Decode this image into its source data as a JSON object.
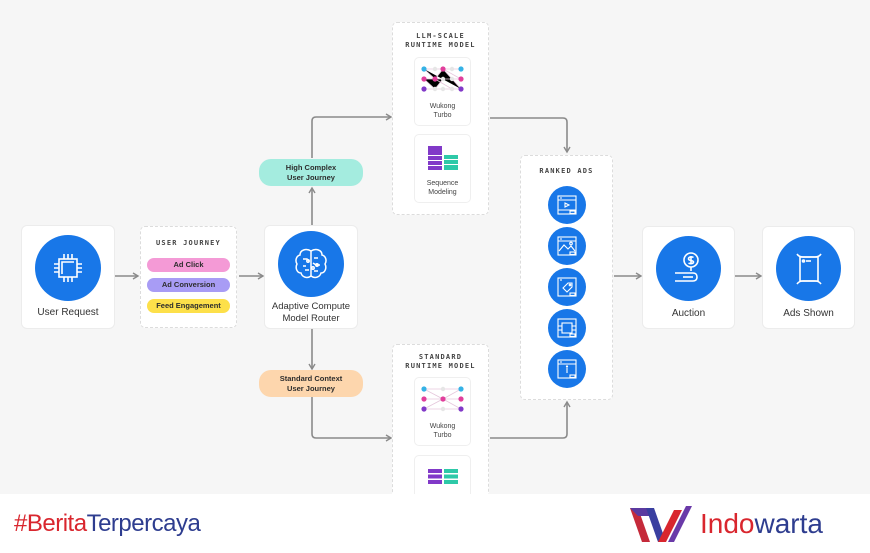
{
  "nodes": {
    "user_request": {
      "label": "User Request",
      "icon": "chip-icon"
    },
    "user_journey": {
      "title": "USER JOURNEY",
      "items": [
        {
          "label": "Ad Click",
          "color": "#f49ad6"
        },
        {
          "label": "Ad Conversion",
          "color": "#a89cf5"
        },
        {
          "label": "Feed Engagement",
          "color": "#fde04a"
        }
      ]
    },
    "router": {
      "label_line1": "Adaptive Compute",
      "label_line2": "Model Router",
      "icon": "brain-icon"
    },
    "high_branch": {
      "line1": "High Complex",
      "line2": "User Journey",
      "color": "#a4ecdf"
    },
    "standard_branch": {
      "line1": "Standard Context",
      "line2": "User Journey",
      "color": "#fdd6ad"
    },
    "llm_runtime": {
      "title_line1": "LLM-SCALE",
      "title_line2": "RUNTIME MODEL",
      "models": [
        {
          "line1": "Wukong",
          "line2": "Turbo",
          "icon": "network-icon"
        },
        {
          "line1": "Sequence",
          "line2": "Modeling",
          "icon": "sequence-blocks-icon"
        }
      ]
    },
    "standard_runtime": {
      "title_line1": "STANDARD",
      "title_line2": "RUNTIME MODEL",
      "models": [
        {
          "line1": "Wukong",
          "line2": "Turbo",
          "icon": "network-icon"
        },
        {
          "line1": "",
          "line2": "",
          "icon": "sequence-blocks-icon"
        }
      ]
    },
    "ranked_ads": {
      "title": "RANKED ADS",
      "items": [
        {
          "icon": "video-ad-icon"
        },
        {
          "icon": "image-ad-icon"
        },
        {
          "icon": "tag-ad-icon"
        },
        {
          "icon": "carousel-ad-icon"
        },
        {
          "icon": "info-ad-icon"
        }
      ]
    },
    "auction": {
      "label": "Auction",
      "icon": "hand-dollar-icon"
    },
    "ads_shown": {
      "label": "Ads Shown",
      "icon": "screen-icon"
    }
  },
  "colors": {
    "accent_blue": "#1877e8",
    "arrow": "#8a8a8a",
    "brand_red": "#d9262e",
    "brand_blue": "#2e3d8f"
  },
  "footer": {
    "hashtag_hash": "#",
    "hashtag_red": "Berita",
    "hashtag_blue": "Terpercaya",
    "brand_red": "Indo",
    "brand_blue": "warta"
  }
}
